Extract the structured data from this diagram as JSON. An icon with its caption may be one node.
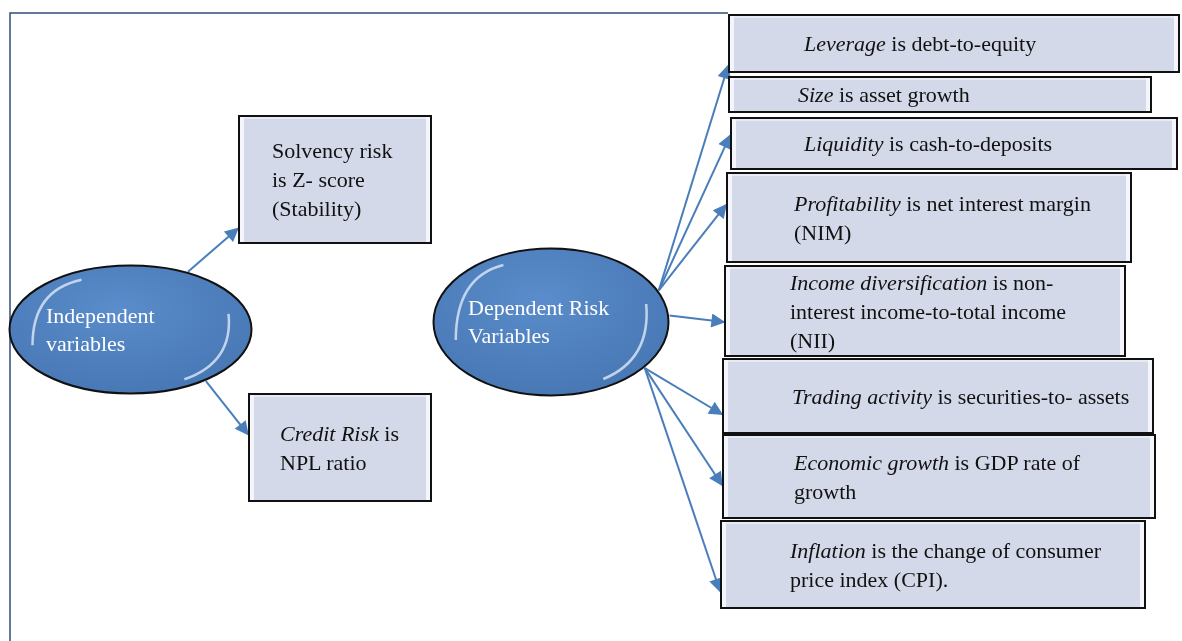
{
  "diagram": {
    "nodes": [
      {
        "text": [
          "Independent variables"
        ]
      },
      {
        "text": [
          "Solvency risk is Z- score (Stability)"
        ]
      },
      {
        "text": [
          "*Credit Risk* is NPL ratio"
        ]
      },
      {
        "text": [
          "Dependent Risk Variables"
        ]
      },
      {
        "text": [
          "*Leverage* is debt-to-equity"
        ]
      },
      {
        "text": [
          "*Size* is asset growth"
        ]
      },
      {
        "text": [
          "*Liquidity* is cash-to-deposits"
        ]
      },
      {
        "text": [
          "*Profitability* is net interest margin (NIM)"
        ]
      },
      {
        "text": [
          "*Income diversification* is non-interest income-to-total income (NII)"
        ]
      },
      {
        "text": [
          "*Trading activity* is securities-to- assets"
        ]
      },
      {
        "text": [
          "*Economic growth* is GDP rate of growth"
        ]
      },
      {
        "text": [
          "*Inflation* is the change of consumer price index (CPI)."
        ]
      }
    ],
    "edges": [
      {
        "from": 0,
        "to": 1,
        "arrow": "to"
      },
      {
        "from": 0,
        "to": 2,
        "arrow": "to"
      },
      {
        "from": 3,
        "to": 4,
        "arrow": "to"
      },
      {
        "from": 3,
        "to": 6,
        "arrow": "to"
      },
      {
        "from": 3,
        "to": 7,
        "arrow": "to"
      },
      {
        "from": 3,
        "to": 8,
        "arrow": "to"
      },
      {
        "from": 3,
        "to": 9,
        "arrow": "to"
      },
      {
        "from": 3,
        "to": 10,
        "arrow": "to"
      },
      {
        "from": 3,
        "to": 11,
        "arrow": "to"
      }
    ]
  }
}
